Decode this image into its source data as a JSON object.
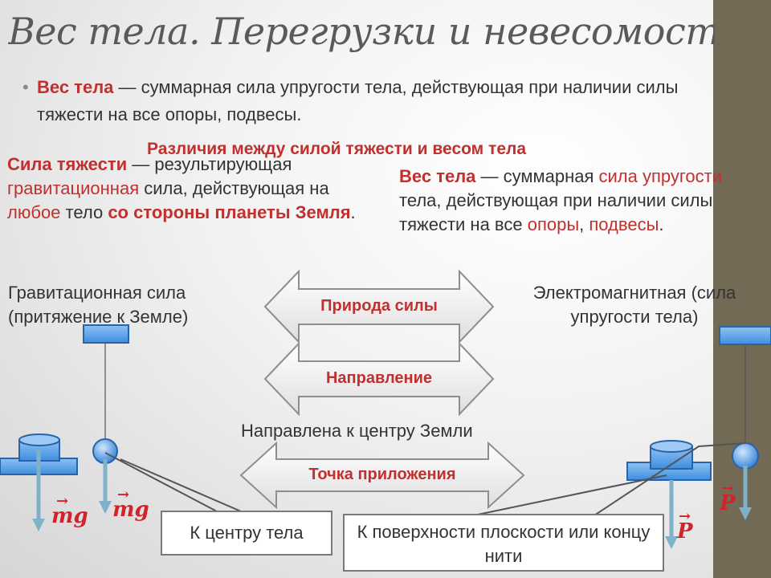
{
  "slide": {
    "title": "Вес тела. Перегрузки и невесомость",
    "definition": {
      "term": "Вес тела",
      "text": " — суммарная сила упругости тела, действующая при наличии силы тяжести на все опоры, подвесы."
    },
    "subtitle": "Различия между силой тяжести и весом тела",
    "gravity_definition": {
      "term": "Сила тяжести",
      "p1": " — результирующая ",
      "red1": "гравитационная",
      "p2": " сила, действующая на ",
      "red2": "любое",
      "p3": " тело ",
      "red3": "со стороны планеты Земля",
      "p4": "."
    },
    "weight_definition": {
      "term": "Вес тела",
      "p1": " — суммарная ",
      "red1": "сила упругости",
      "p2": " тела, действующая при наличии силы тяжести на все ",
      "red2": "опоры",
      "p3": ", ",
      "red3": "подвесы",
      "p4": "."
    },
    "gravity_nature": "Гравитационная сила (притяжение к Земле)",
    "weight_nature": "Электромагнитная (сила упругости тела)",
    "arrows": {
      "nature": "Природа силы",
      "direction": "Направление",
      "application": "Точка приложения"
    },
    "direction_text": "Направлена к центру Земли",
    "box_center": "К центру тела",
    "box_surface": "К поверхности плоскости или концу нити",
    "vectors": {
      "gravity": "mg",
      "weight": "P"
    },
    "colors": {
      "accent_red": "#c0302e",
      "sidebar": "#726a55",
      "body_blue": "#2e7bd6"
    }
  }
}
